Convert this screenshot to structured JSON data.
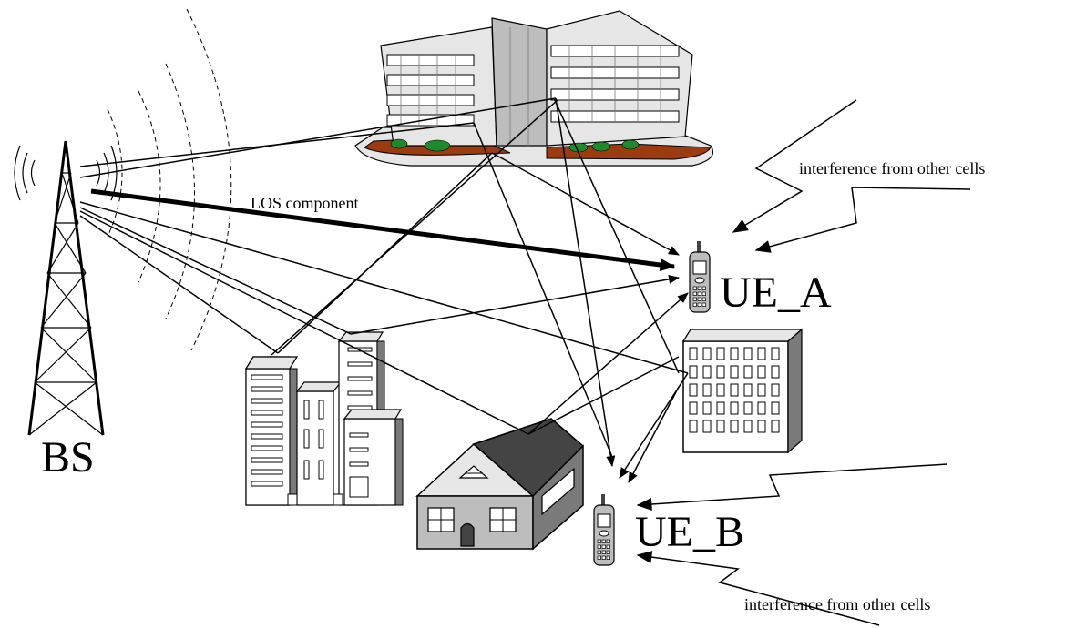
{
  "labels": {
    "bs": "BS",
    "ue_a": "UE_A",
    "ue_b": "UE_B",
    "los": "LOS component",
    "interference_top": "interference from other cells",
    "interference_bottom": "interference from other cells"
  },
  "colors": {
    "ink": "#000000",
    "building_light": "#e6e6e6",
    "building_mid": "#bdbdbd",
    "building_dark": "#7a7a7a",
    "roof": "#444444",
    "soil": "#9c3b10",
    "shrub": "#1f8a2a"
  }
}
